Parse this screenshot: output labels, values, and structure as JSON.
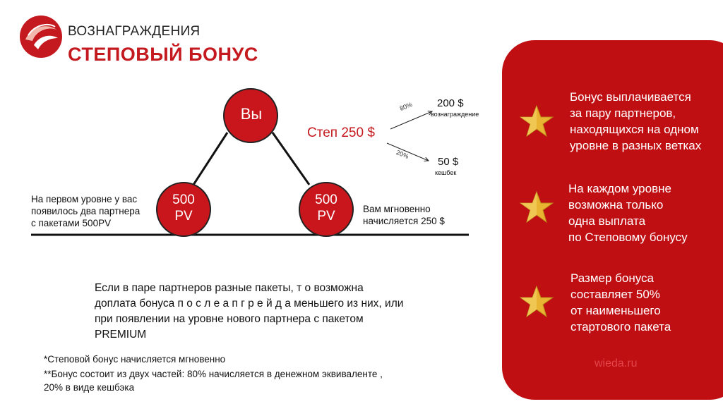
{
  "header": {
    "subtitle": "ВОЗНАГРАЖДЕНИЯ",
    "title": "СТЕПОВЫЙ БОНУС"
  },
  "colors": {
    "brand_red": "#c41a1f",
    "panel_red": "#c00f13",
    "circle_red": "#c8161c",
    "star_gold": "#e8b431"
  },
  "diagram": {
    "you": "Вы",
    "left_partner": "500\nPV",
    "right_partner": "500\nPV",
    "left_note": "На первом уровне у вас\n появилось два партнера\nс пакетами 500PV",
    "right_note": "Вам мгновенно\nначисляется  250 $",
    "step_amount": "Степ 250 $",
    "split": {
      "pct_reward": "80%",
      "pct_cashback": "20%",
      "reward_value": "200 $",
      "reward_label": "вознаграждение",
      "cashback_value": "50 $",
      "cashback_label": "кешбек"
    }
  },
  "body_text": "Если в паре партнеров разные пакеты, т о  возможна\nдоплата бонуса  п о с л е   а п г р е й д а   меньшего из них, или\nпри появлении на уровне нового партнера с пакетом\nPREMIUM",
  "footnotes": {
    "note1": "*Степовой бонус начисляется мгновенно",
    "note2": "**Бонус состоит из двух частей: 80% начисляется в денежном эквиваленте ,\n20% в виде кешбэка"
  },
  "panel": {
    "points": [
      {
        "icon": "star-icon",
        "text": "Бонус выплачивается\nза пару партнеров,\nнаходящихся на одном\nуровне в разных ветках"
      },
      {
        "icon": "star-icon",
        "text": "На каждом уровне\nвозможна только\nодна выплата\nпо Степовому бонусу"
      },
      {
        "icon": "star-icon",
        "text": "Размер бонуса\nсоставляет 50%\nот наименьшего\nстартового пакета"
      }
    ],
    "watermark": "wieda.ru"
  }
}
